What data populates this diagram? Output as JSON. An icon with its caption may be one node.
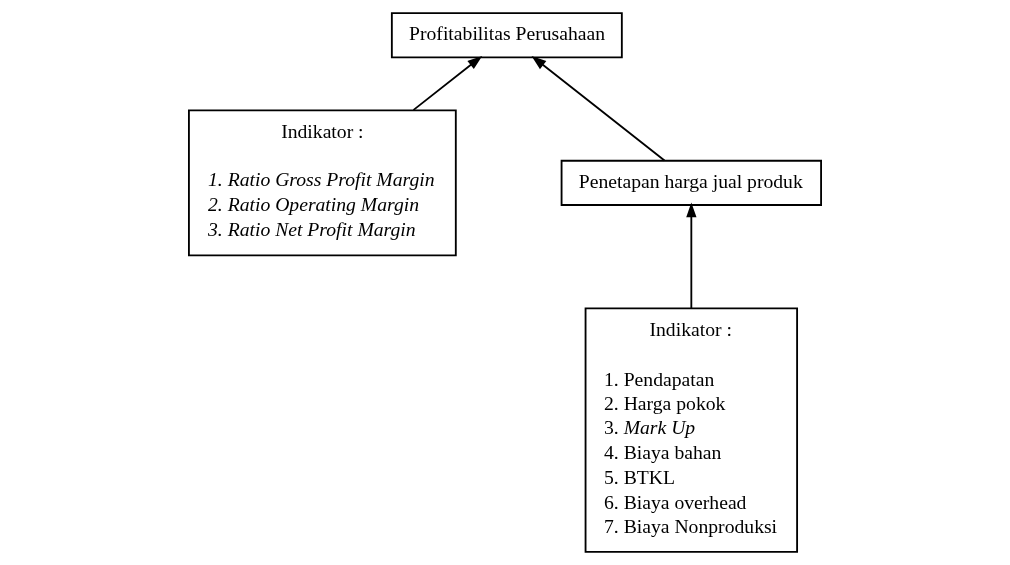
{
  "diagram": {
    "nodes": [
      {
        "text": [
          "Penetapan harga jual produk"
        ]
      },
      {
        "text": [
          "Profitabilitas Perusahaan"
        ]
      },
      {
        "text": [
          "Indikator :",
          "1. Pendapatan",
          "2. Harga pokok",
          "3. *Mark Up*",
          "4. Biaya bahan",
          "5. BTKL",
          "6. Biaya overhead",
          "7. Biaya Nonproduksi"
        ]
      },
      {
        "text": [
          "Indikator :",
          "1. Ratio Gross Profit Margin",
          "2. Ratio Operating Margin",
          "3. Ratio Net Profit Margin"
        ]
      }
    ],
    "edges": [
      {
        "from": 0,
        "to": 1,
        "arrow": "to"
      },
      {
        "from": 2,
        "to": 0,
        "arrow": "to"
      },
      {
        "from": 3,
        "to": 1,
        "arrow": "to"
      }
    ]
  }
}
